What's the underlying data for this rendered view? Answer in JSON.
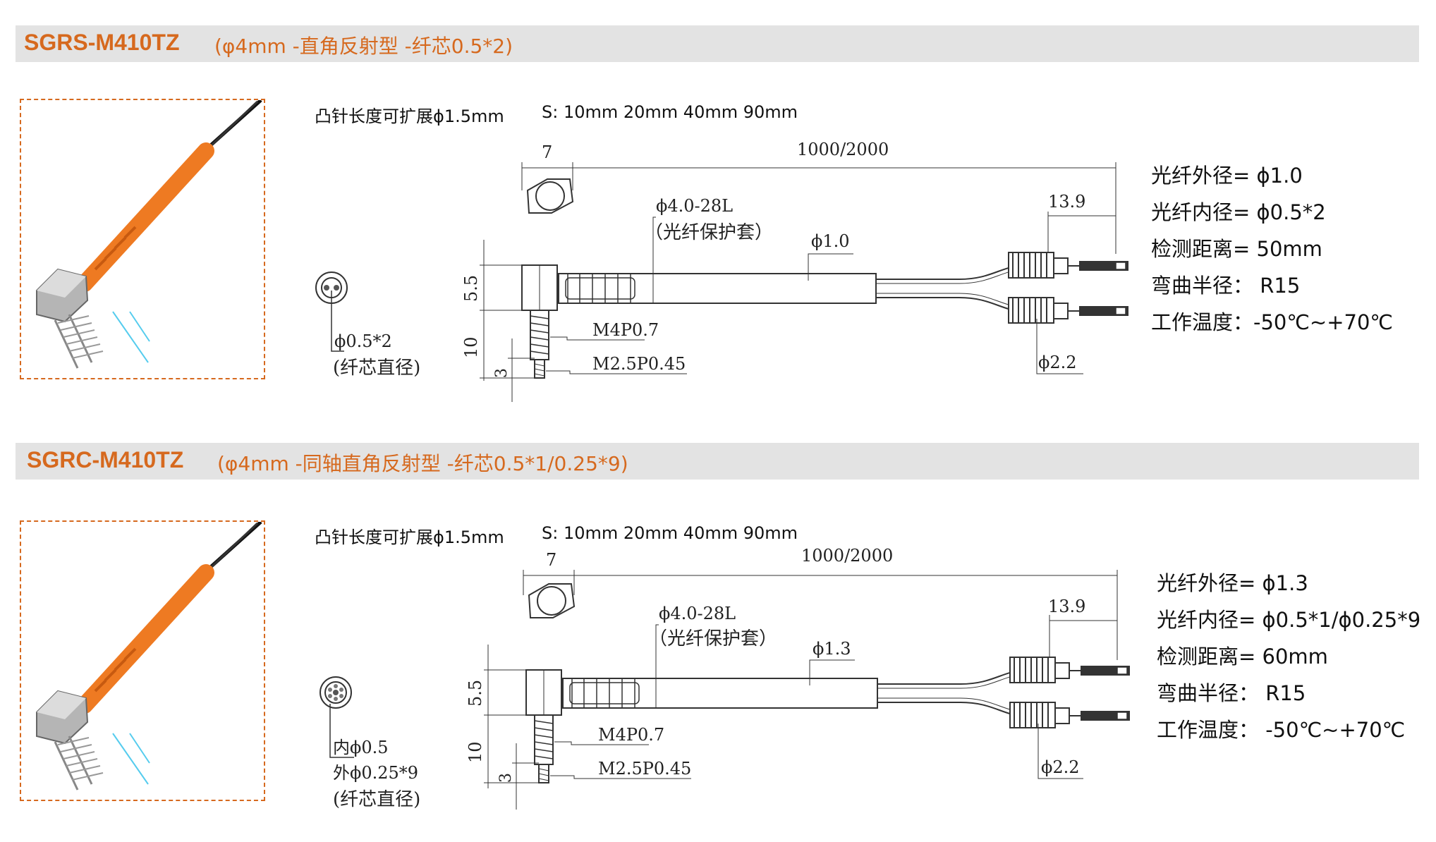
{
  "products": [
    {
      "model": "SGRS-M410TZ",
      "desc": "(φ4mm -直角反射型 -纤芯0.5*2)",
      "note_left": "凸针长度可扩展ϕ1.5mm",
      "note_right": "S: 10mm  20mm  40mm  90mm",
      "dims": {
        "d7": "7",
        "length": "1000/2000",
        "thread_sleeve": "ϕ4.0-28L",
        "sleeve_label": "（光纤保护套）",
        "fiber_dia": "ϕ1.0",
        "d139": "13.9",
        "d55": "5.5",
        "d10": "10",
        "d3": "3",
        "m4": "M4P0.7",
        "m25": "M2.5P0.45",
        "d22": "ϕ2.2"
      },
      "core_lines": [
        "ϕ0.5*2",
        "(纤芯直径)"
      ],
      "specs": [
        "光纤外径= ϕ1.0",
        "光纤内径= ϕ0.5*2",
        "检测距离= 50mm",
        "弯曲半径：  R15",
        "工作温度：-50℃~+70℃"
      ]
    },
    {
      "model": "SGRC-M410TZ",
      "desc": "(φ4mm -同轴直角反射型 -纤芯0.5*1/0.25*9)",
      "note_left": "凸针长度可扩展ϕ1.5mm",
      "note_right": "S: 10mm  20mm  40mm  90mm",
      "dims": {
        "d7": "7",
        "length": "1000/2000",
        "thread_sleeve": "ϕ4.0-28L",
        "sleeve_label": "（光纤保护套）",
        "fiber_dia": "ϕ1.3",
        "d139": "13.9",
        "d55": "5.5",
        "d10": "10",
        "d3": "3",
        "m4": "M4P0.7",
        "m25": "M2.5P0.45",
        "d22": "ϕ2.2"
      },
      "core_lines": [
        "内ϕ0.5",
        "外ϕ0.25*9",
        "(纤芯直径)"
      ],
      "specs": [
        "光纤外径= ϕ1.3",
        "光纤内径= ϕ0.5*1/ϕ0.25*9",
        "检测距离= 60mm",
        "弯曲半径：  R15",
        "工作温度：  -50℃~+70℃"
      ]
    }
  ],
  "colors": {
    "accent": "#d6691e",
    "header_bg": "#e3e3e3",
    "cable_orange": "#ee7a22"
  }
}
